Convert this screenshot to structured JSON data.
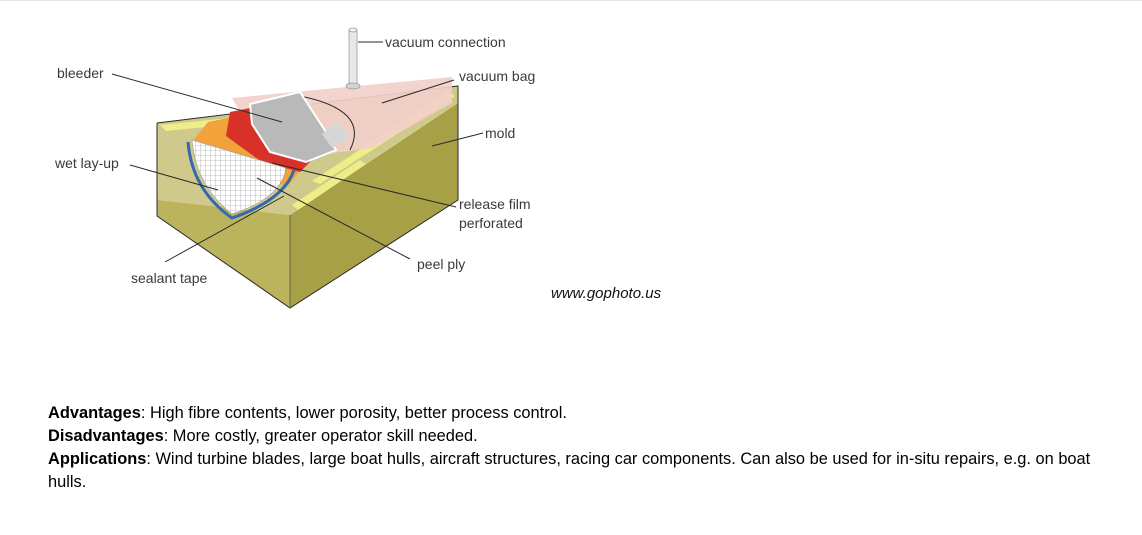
{
  "diagram": {
    "labels": {
      "vacuum_connection": "vacuum connection",
      "vacuum_bag": "vacuum bag",
      "bleeder": "bleeder",
      "mold": "mold",
      "wet_layup": "wet lay-up",
      "release_film_line1": "release film",
      "release_film_line2": "perforated",
      "peel_ply": "peel ply",
      "sealant_tape": "sealant tape"
    },
    "colors": {
      "mold_top": "#cfc98c",
      "mold_front": "#bbb45d",
      "mold_side": "#a8a047",
      "vacuum_bag": "#f2cfc9",
      "peel_ply": "#f2a23a",
      "release_film": "#d8312a",
      "bleeder": "#b9b9b9",
      "sealant_tape": "#3468b0",
      "tape_strip": "#eeee88"
    }
  },
  "credit": "www.gophoto.us",
  "info": {
    "advantages_label": "Advantages",
    "advantages_text": ": High fibre contents, lower porosity, better process control.",
    "disadvantages_label": "Disadvantages",
    "disadvantages_text": ": More costly, greater operator skill needed.",
    "applications_label": "Applications",
    "applications_text": ": Wind turbine blades, large boat hulls, aircraft structures, racing car components. Can also be used for in-situ repairs, e.g. on boat hulls."
  }
}
